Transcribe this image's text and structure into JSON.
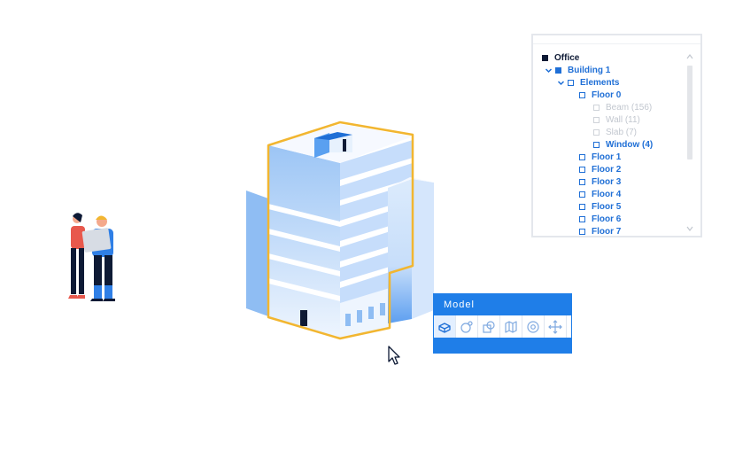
{
  "tree": {
    "items": [
      {
        "label": "Office",
        "level": 0,
        "style": "dark",
        "expanded": false,
        "box": "dark"
      },
      {
        "label": "Building 1",
        "level": 1,
        "style": "blue",
        "expanded": true,
        "box": "filled"
      },
      {
        "label": "Elements",
        "level": 2,
        "style": "blue",
        "expanded": true,
        "box": "outline"
      },
      {
        "label": "Floor 0",
        "level": 3,
        "style": "blue",
        "box": "outline"
      },
      {
        "label": "Beam (156)",
        "level": 4,
        "style": "dim",
        "box": "dim"
      },
      {
        "label": "Wall (11)",
        "level": 4,
        "style": "dim",
        "box": "dim"
      },
      {
        "label": "Slab (7)",
        "level": 4,
        "style": "dim",
        "box": "dim"
      },
      {
        "label": "Window (4)",
        "level": 4,
        "style": "blue",
        "box": "outline"
      },
      {
        "label": "Floor 1",
        "level": 3,
        "style": "blue",
        "box": "outline"
      },
      {
        "label": "Floor 2",
        "level": 3,
        "style": "blue",
        "box": "outline"
      },
      {
        "label": "Floor 3",
        "level": 3,
        "style": "blue",
        "box": "outline"
      },
      {
        "label": "Floor 4",
        "level": 3,
        "style": "blue",
        "box": "outline"
      },
      {
        "label": "Floor 5",
        "level": 3,
        "style": "blue",
        "box": "outline"
      },
      {
        "label": "Floor 6",
        "level": 3,
        "style": "blue",
        "box": "outline"
      },
      {
        "label": "Floor 7",
        "level": 3,
        "style": "blue",
        "box": "outline"
      }
    ]
  },
  "model": {
    "title": "Model",
    "tools": [
      {
        "icon": "box-select-icon",
        "active": true
      },
      {
        "icon": "sphere-pin-icon",
        "active": false
      },
      {
        "icon": "cube-sphere-icon",
        "active": false
      },
      {
        "icon": "map-fold-icon",
        "active": false
      },
      {
        "icon": "target-circle-icon",
        "active": false
      },
      {
        "icon": "move-arrows-icon",
        "active": false
      }
    ]
  },
  "colors": {
    "accent": "#1f7ee8",
    "outline": "#f2b630",
    "building_light": "#cfe3fb",
    "building_mid": "#8fbdf3"
  }
}
